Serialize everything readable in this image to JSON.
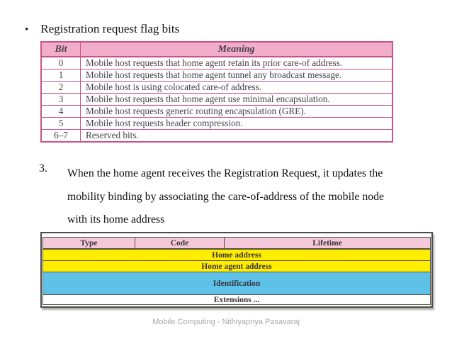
{
  "slide": {
    "bullet_glyph": "•",
    "bullet_title": "Registration request flag bits",
    "numbered_item": {
      "number": "3.",
      "lines": [
        "When the home agent receives the Registration Request, it updates the",
        "mobility binding by associating the care-of-address of the mobile node",
        "with its home address"
      ]
    },
    "footer": "Mobile Computing - Nithiyapriya Pasavaraj"
  },
  "flag_table": {
    "headers": [
      "Bit",
      "Meaning"
    ],
    "rows": [
      [
        "0",
        "Mobile host requests that home agent retain its prior care-of address."
      ],
      [
        "1",
        "Mobile host requests that home agent tunnel any broadcast message."
      ],
      [
        "2",
        "Mobile host is using colocated care-of address."
      ],
      [
        "3",
        "Mobile host requests that home agent use minimal encapsulation."
      ],
      [
        "4",
        "Mobile host requests generic routing encapsulation (GRE)."
      ],
      [
        "5",
        "Mobile host requests header compression."
      ],
      [
        "6–7",
        "Reserved bits."
      ]
    ],
    "colors": {
      "header_bg": "#f2aec8",
      "border": "#c7538a",
      "row_bg": "#ffffff",
      "text": "#47424b"
    }
  },
  "packet_diagram": {
    "header_row": {
      "cells": [
        "Type",
        "Code",
        "Lifetime"
      ],
      "widths_pct": [
        23.8,
        23.1,
        53.1
      ],
      "bg": "#f5c9d9",
      "height": 17
    },
    "rows": [
      {
        "label": "Home address",
        "bg": "#ffee00",
        "height": 17
      },
      {
        "label": "Home agent address",
        "bg": "#ffee00",
        "height": 17
      },
      {
        "label": "Identification",
        "bg": "#5ec1e8",
        "height": 33
      },
      {
        "label": "Extensions ...",
        "bg": "#ffffff",
        "height": 15
      }
    ],
    "colors": {
      "border": "#55503e",
      "text": "#38333c"
    }
  }
}
